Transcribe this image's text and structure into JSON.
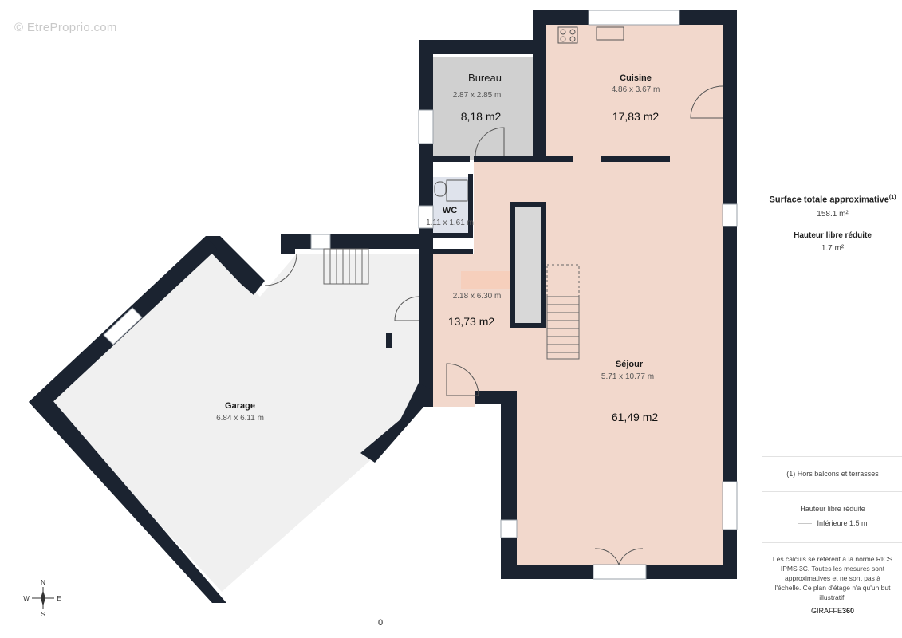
{
  "watermark": "© EtreProprio.com",
  "floor_label": "0",
  "compass": {
    "n": "N",
    "s": "S",
    "e": "E",
    "w": "W"
  },
  "rooms": {
    "bureau": {
      "name": "Bureau",
      "dims": "2.87 x 2.85 m",
      "area": "8,18 m2"
    },
    "cuisine": {
      "name": "Cuisine",
      "dims": "4.86 x 3.67 m",
      "area": "17,83 m2"
    },
    "wc": {
      "name": "WC",
      "dims": "1.11 x 1.61 m"
    },
    "entree": {
      "dims": "2.18 x 6.30 m",
      "area": "13,73 m2"
    },
    "sejour": {
      "name": "Séjour",
      "dims": "5.71 x 10.77 m",
      "area": "61,49 m2"
    },
    "garage": {
      "name": "Garage",
      "dims": "6.84 x 6.11 m"
    }
  },
  "colors": {
    "wall": "#1b2330",
    "living": "#f2d8cc",
    "bureau": "#d0d0d0",
    "garage": "#f0f0f0",
    "wc": "#dfe3ec"
  },
  "panel": {
    "total_label": "Surface totale approximative",
    "total_sup": "(1)",
    "total_value": "158.1 m²",
    "hauteur_label": "Hauteur libre réduite",
    "hauteur_value": "1.7 m²",
    "footnote": "(1) Hors balcons et terrasses",
    "legend_title": "Hauteur libre réduite",
    "legend_item": "Inférieure 1.5 m",
    "disclaimer": "Les calculs se réfèrent à la norme RICS IPMS 3C. Toutes les mesures sont approximatives et ne sont pas à l'échelle. Ce plan d'étage n'a qu'un but illustratif.",
    "brand": "GIRAFFE",
    "brand_bold": "360"
  }
}
